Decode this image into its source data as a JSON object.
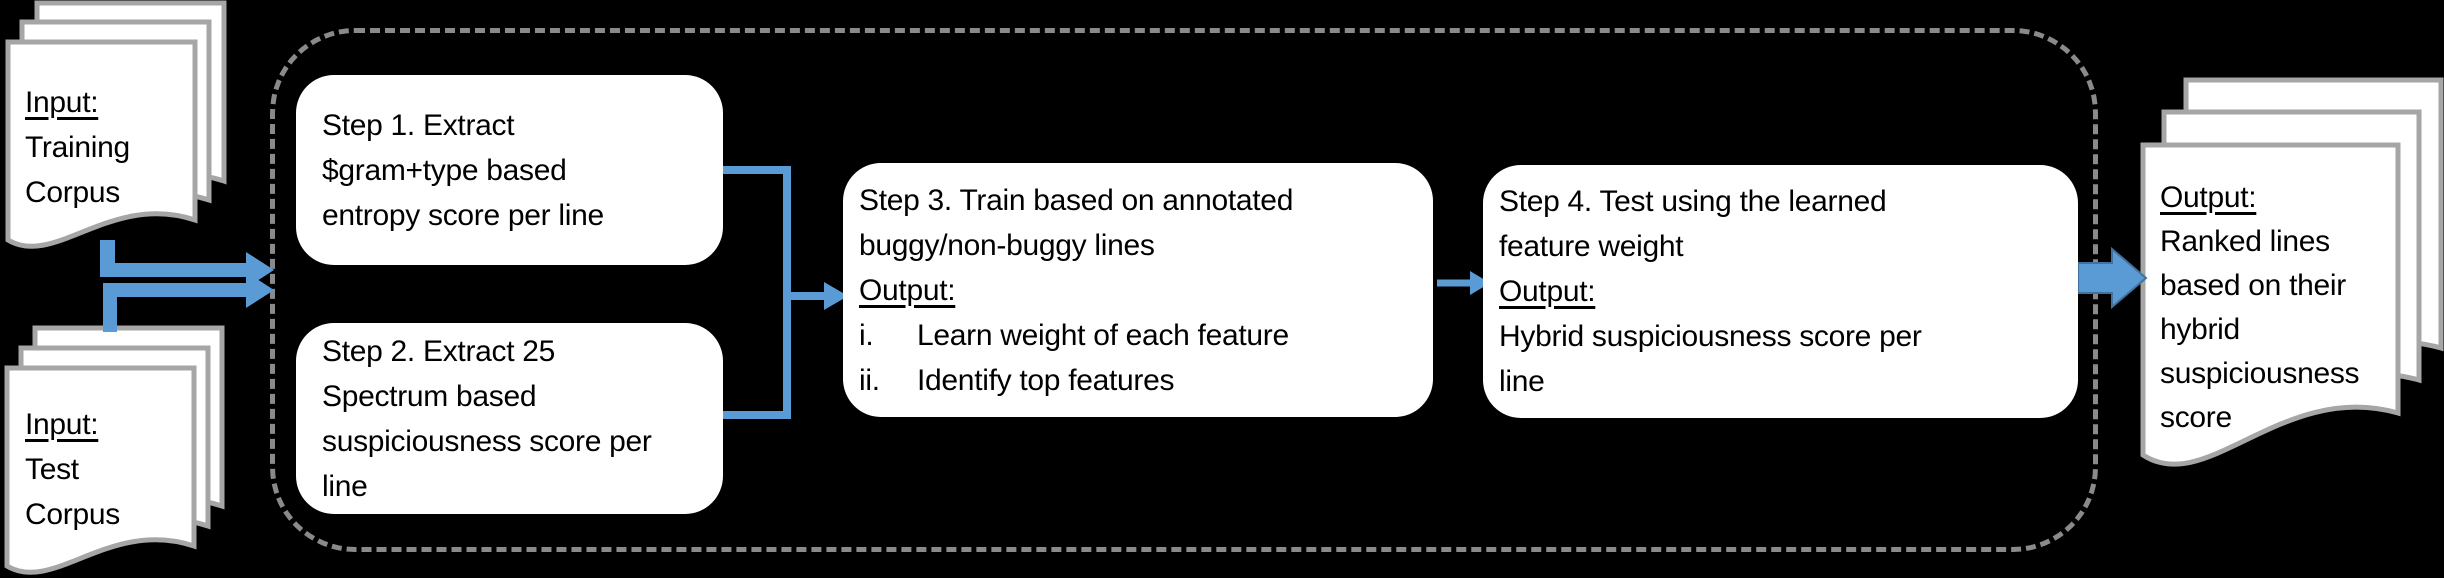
{
  "colors": {
    "background": "#000000",
    "box_fill": "#ffffff",
    "text": "#000000",
    "arrow_blue": "#5b9bd5",
    "arrow_blue_outline": "#41719c",
    "page_border": "#a6a6a6",
    "dashed_border": "#8a8a8a"
  },
  "inputs": {
    "training": {
      "lines": [
        "Input:",
        "Training",
        "Corpus"
      ]
    },
    "test": {
      "lines": [
        "Input:",
        "Test",
        "Corpus"
      ]
    }
  },
  "steps": {
    "step1": {
      "lines": [
        "Step 1. Extract",
        "$gram+type based",
        "entropy score per line"
      ]
    },
    "step2": {
      "lines": [
        "Step 2. Extract 25",
        "Spectrum based",
        "suspiciousness score per",
        "line"
      ]
    },
    "step3": {
      "lines": [
        "Step 3. Train based on annotated",
        "buggy/non-buggy lines"
      ],
      "output_label": "Output:",
      "items": [
        {
          "marker": "i.",
          "text": "Learn weight of each feature"
        },
        {
          "marker": "ii.",
          "text": "Identify top features"
        }
      ]
    },
    "step4": {
      "lines": [
        "Step 4. Test using the learned",
        "feature weight"
      ],
      "output_label": "Output:",
      "result_lines": [
        "Hybrid suspiciousness score per",
        "line"
      ]
    }
  },
  "output_doc": {
    "lines": [
      "Output:",
      "Ranked lines",
      "based on their",
      "hybrid",
      "suspiciousness",
      "score"
    ]
  }
}
